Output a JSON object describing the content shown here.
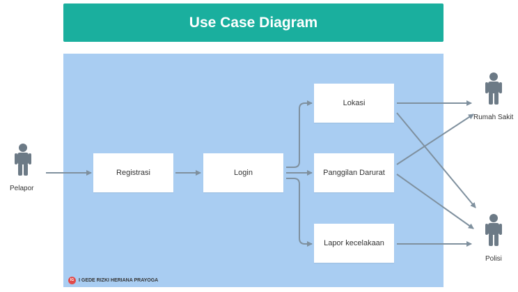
{
  "title": "Use Case Diagram",
  "actors": {
    "pelapor": "Pelapor",
    "rumah_sakit": "Rumah Sakit",
    "polisi": "Polisi"
  },
  "use_cases": {
    "registrasi": "Registrasi",
    "login": "Login",
    "lokasi": "Lokasi",
    "panggilan_darurat": "Panggilan Darurat",
    "lapor_kecelakaan": "Lapor kecelakaan"
  },
  "credit": {
    "logo_text": "IG",
    "author": "I GEDE RIZKI HERIANA PRAYOGA"
  },
  "colors": {
    "title_bar": "#1aaf9e",
    "system_box": "#a9cdf2",
    "actor": "#6c7a86",
    "arrow": "#7f909e"
  },
  "icons": {
    "actor": "person-icon"
  }
}
